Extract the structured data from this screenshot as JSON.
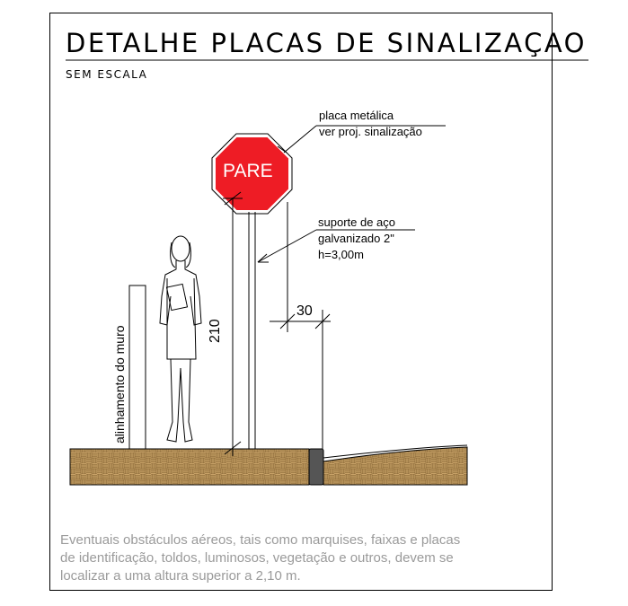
{
  "title": "DETALHE PLACAS DE SINALIZAÇÃO",
  "subtitle": "SEM ESCALA",
  "sign": {
    "text": "PARE",
    "color": "#ee1c25"
  },
  "labels": {
    "plate_line1": "placa metálica",
    "plate_line2": "ver proj. sinalização",
    "support_line1": "suporte de aço",
    "support_line2": "galvanizado 2\"",
    "support_line3": "h=3,00m",
    "wall": "alinhamento do muro"
  },
  "dimensions": {
    "height": "210",
    "offset": "30"
  },
  "note": {
    "line1": "Eventuais obstáculos aéreos, tais como marquises, faixas e placas",
    "line2": "de identificação, toldos, luminosos, vegetação e outros, devem se",
    "line3": "localizar a uma altura superior a 2,10 m."
  },
  "colors": {
    "soil": "#c8a268",
    "soil_pattern": "#8a6a3a",
    "curb": "#555555",
    "note_text": "#9a9a9a"
  }
}
